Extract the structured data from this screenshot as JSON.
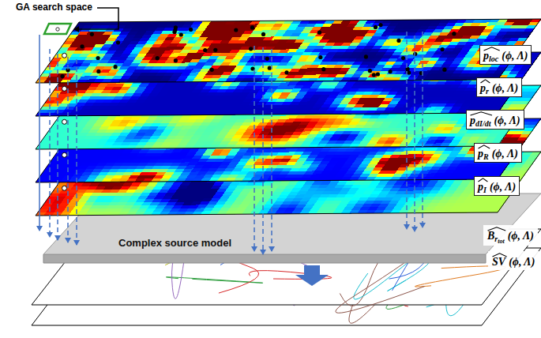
{
  "diagram": {
    "nodes": [
      {
        "text": [
          "Complex source model"
        ]
      }
    ],
    "labels": [
      "GA search space",
      "p",
      "loc",
      "(ϕ, Λ)",
      "p",
      "r",
      "(ϕ, Λ)",
      "p",
      "dI/dt",
      "(ϕ, Λ)",
      "p",
      "R",
      "(ϕ, Λ)",
      "p",
      "I",
      "(ϕ, Λ)",
      "B",
      "r",
      "tot",
      "(ϕ, Λ)",
      "SV",
      "(ϕ, Λ)"
    ]
  }
}
